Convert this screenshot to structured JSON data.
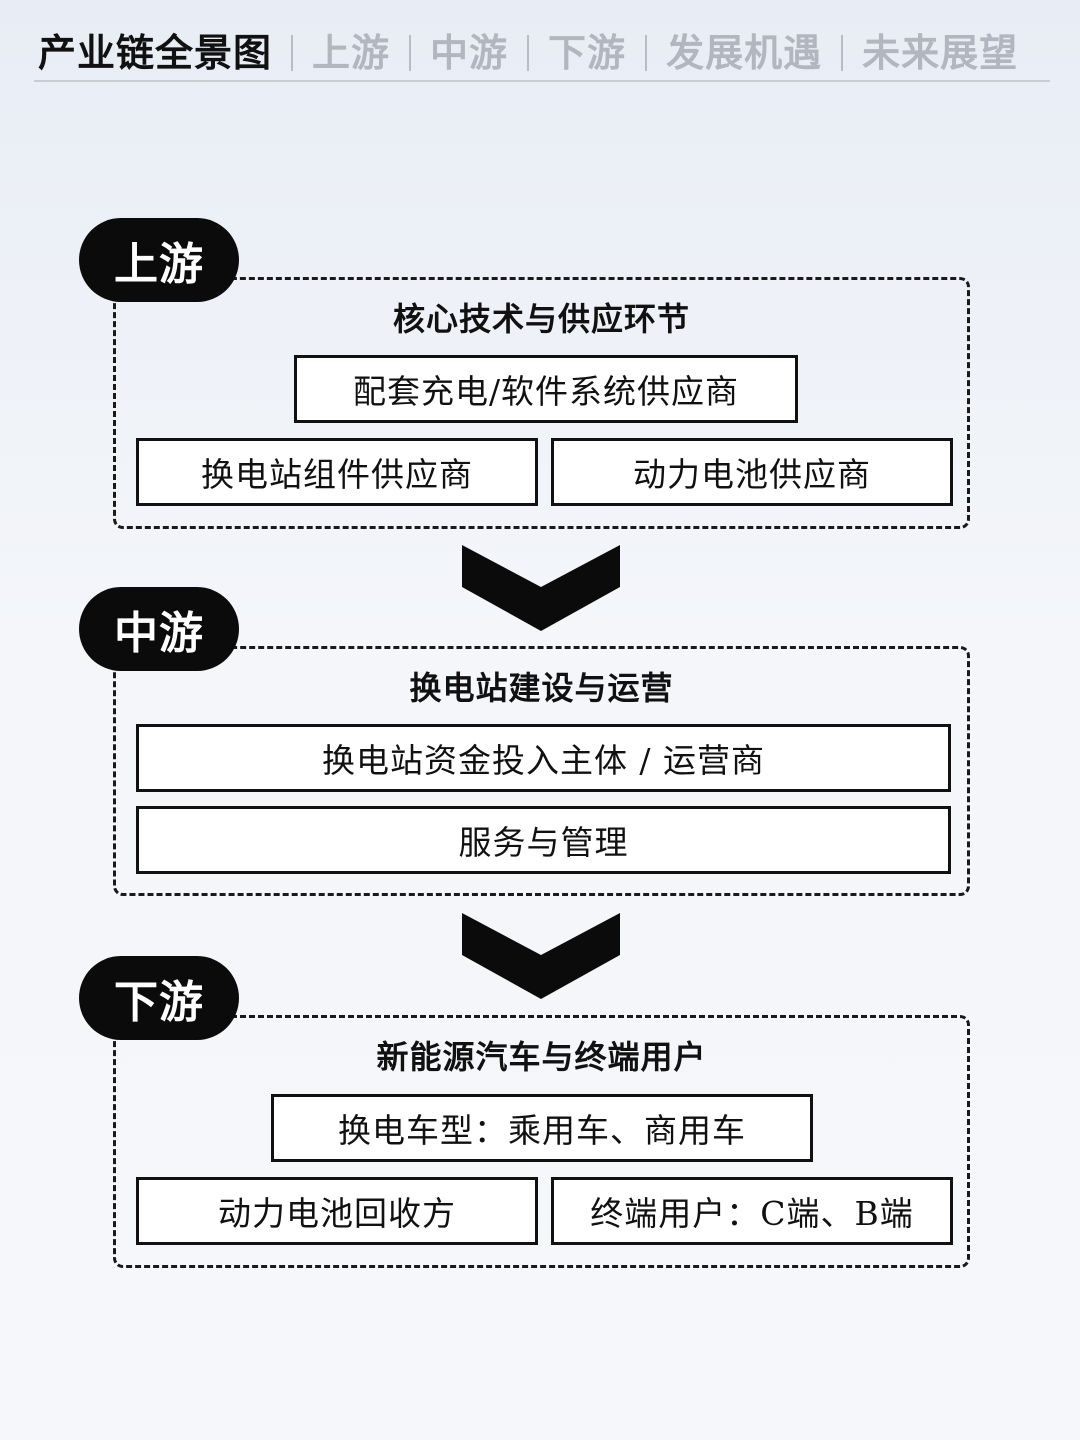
{
  "nav": {
    "tabs": [
      {
        "label": "产业链全景图",
        "active": true
      },
      {
        "label": "上游",
        "active": false
      },
      {
        "label": "中游",
        "active": false
      },
      {
        "label": "下游",
        "active": false
      },
      {
        "label": "发展机遇",
        "active": false
      },
      {
        "label": "未来展望",
        "active": false
      }
    ]
  },
  "stages": [
    {
      "label": "上游",
      "title": "核心技术与供应环节",
      "boxes": [
        "配套充电/软件系统供应商",
        "换电站组件供应商",
        "动力电池供应商"
      ]
    },
    {
      "label": "中游",
      "title": "换电站建设与运营",
      "boxes": [
        "换电站资金投入主体 / 运营商",
        "服务与管理"
      ]
    },
    {
      "label": "下游",
      "title": "新能源汽车与终端用户",
      "boxes": [
        "换电车型：乘用车、商用车",
        "动力电池回收方",
        "终端用户：C端、B端"
      ]
    }
  ],
  "colors": {
    "accent": "#0b0b0b",
    "inactive_tab": "#b2b6be",
    "background": "#eef1f6"
  }
}
